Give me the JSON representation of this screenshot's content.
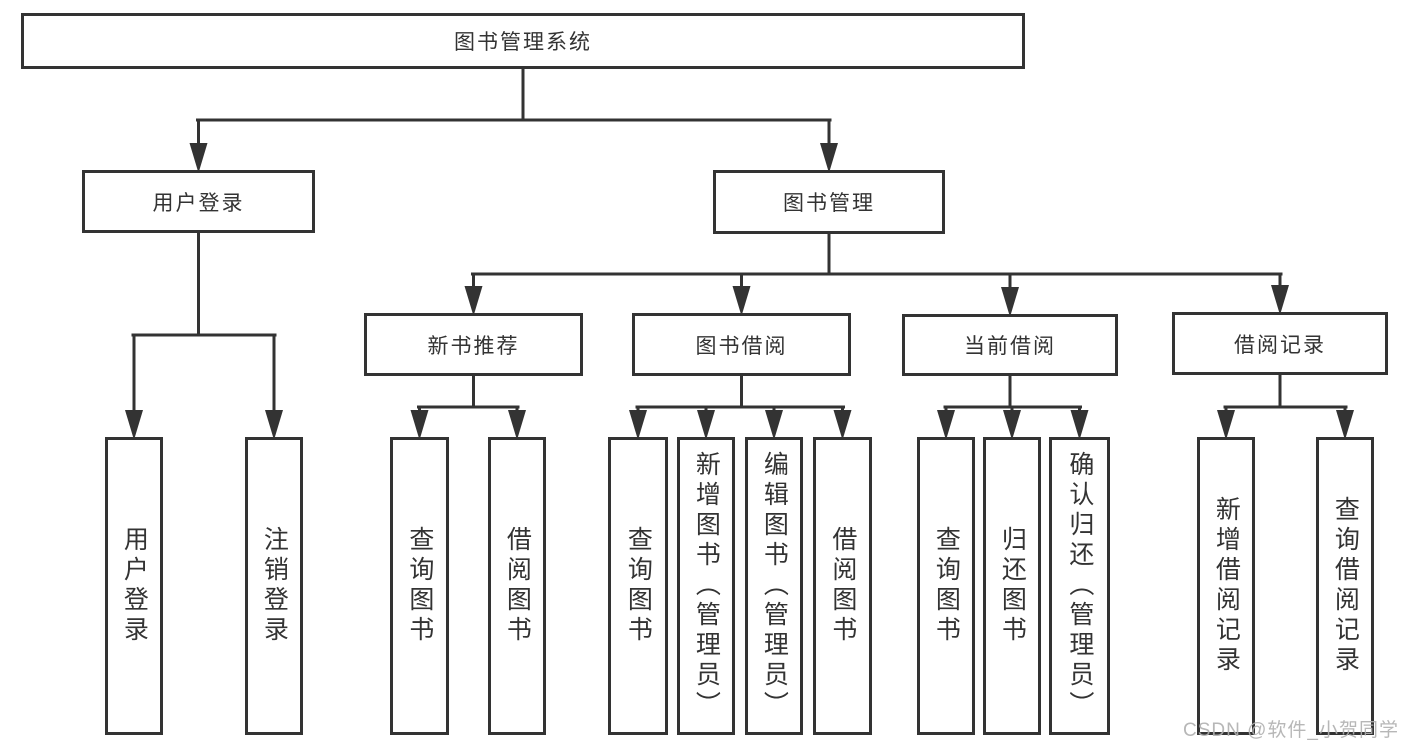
{
  "diagram": {
    "nodes": {
      "root": "图书管理系统",
      "login": "用户登录",
      "manage": "图书管理",
      "newbook": "新书推荐",
      "borrow": "图书借阅",
      "current": "当前借阅",
      "records": "借阅记录",
      "login_leaves": [
        "用户登录",
        "注销登录"
      ],
      "newbook_leaves": [
        "查询图书",
        "借阅图书"
      ],
      "borrow_leaves": [
        "查询图书",
        "新增图书（管理员）",
        "编辑图书（管理员）",
        "借阅图书"
      ],
      "current_leaves": [
        "查询图书",
        "归还图书",
        "确认归还（管理员）"
      ],
      "records_leaves": [
        "新增借阅记录",
        "查询借阅记录"
      ]
    }
  },
  "watermark": "CSDN @软件_小贺同学",
  "colors": {
    "line": "#333333",
    "text": "#333333",
    "watermark": "#b0b0b0",
    "background": "#ffffff"
  }
}
